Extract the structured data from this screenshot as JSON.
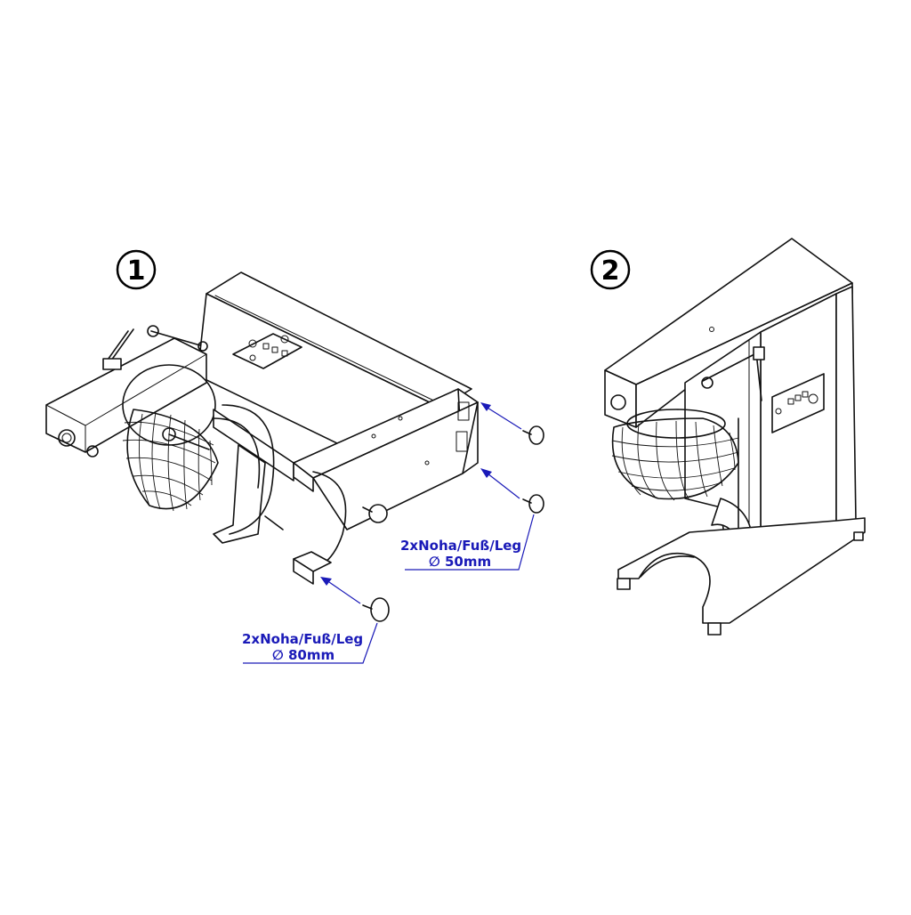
{
  "steps": [
    {
      "number": "1"
    },
    {
      "number": "2"
    }
  ],
  "callouts": {
    "small_leg": {
      "qty_label": "2xNoha/Fuß/Leg",
      "diameter_symbol": "∅",
      "size": "50mm"
    },
    "large_leg": {
      "qty_label": "2xNoha/Fuß/Leg",
      "diameter_symbol": "∅",
      "size": "80mm"
    }
  },
  "colors": {
    "line": "#111111",
    "callout": "#1a1ab8"
  },
  "icons": [
    "step-1-circle",
    "step-2-circle",
    "leg-foot-icon"
  ]
}
